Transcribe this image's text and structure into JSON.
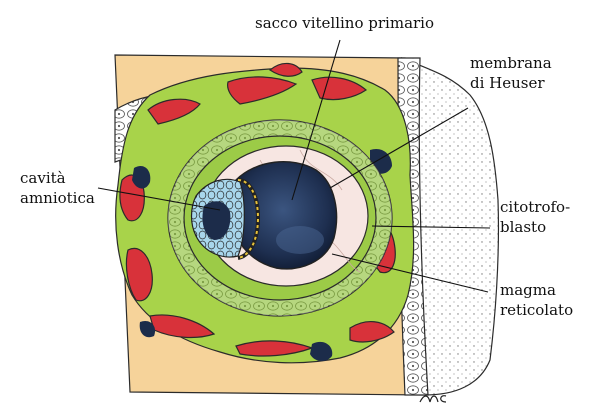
{
  "labels": {
    "sacco_vitellino": "sacco vitellino primario",
    "membrana_1": "membrana",
    "membrana_2": "di Heuser",
    "cavita_1": "cavità",
    "cavita_2": "amniotica",
    "citotrofo_1": "citotrofo-",
    "citotrofo_2": "blasto",
    "magma_1": "magma",
    "magma_2": "reticolato"
  },
  "signature": "mc",
  "colors": {
    "background_tissue": "#f6d39a",
    "syncytiotrophoblast": "#a8d34a",
    "lacunae_blood": "#d8323a",
    "cytotrophoblast_cells": "#8fc23a",
    "amniotic_epithelium": "#a8d6ec",
    "yolk_sac_cavity": "#1c2c4a",
    "reticular_magma": "#f7e6e2",
    "endometrium_cells": "#ffffff"
  }
}
